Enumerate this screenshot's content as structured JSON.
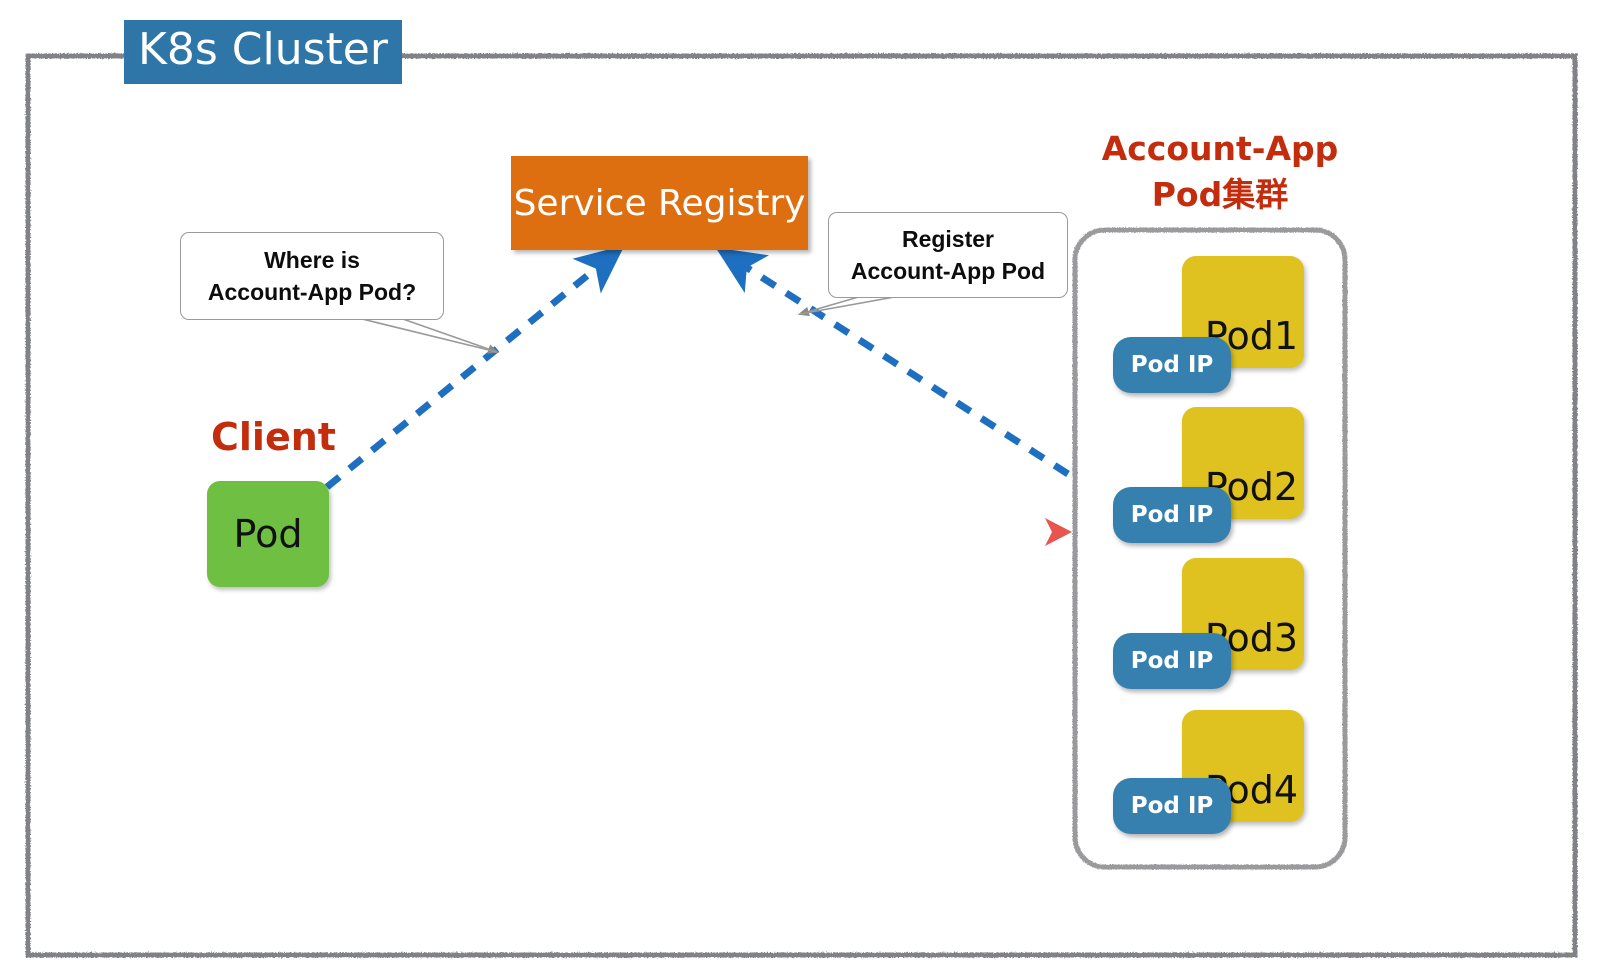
{
  "cluster": {
    "title": "K8s Cluster",
    "title_bg": "#2E75A8",
    "title_color": "#FFFFFF",
    "border_color": "#808286"
  },
  "service_registry": {
    "label": "Service Registry",
    "bg": "#DD6F10",
    "color": "#FFFFFF"
  },
  "callouts": [
    {
      "name": "where-is",
      "line1": "Where is",
      "line2": "Account-App Pod?"
    },
    {
      "name": "register",
      "line1": "Register",
      "line2": "Account-App Pod"
    }
  ],
  "client": {
    "label": "Client",
    "label_color": "#C32D0D",
    "pod_label": "Pod",
    "pod_bg": "#6FC042"
  },
  "pod_group": {
    "title_line1": "Account-App",
    "title_line2": "Pod集群",
    "title_color": "#C32D0D",
    "pod_bg": "#DFC21F",
    "ip_bg": "#3580AE",
    "pods": [
      {
        "label": "Pod1",
        "ip_label": "Pod IP"
      },
      {
        "label": "Pod2",
        "ip_label": "Pod IP"
      },
      {
        "label": "Pod3",
        "ip_label": "Pod IP"
      },
      {
        "label": "Pod4",
        "ip_label": "Pod IP"
      }
    ]
  },
  "connections": {
    "query_arrow_color": "#1F6FC0",
    "register_arrow_color": "#1F6FC0",
    "traffic_arrow_color": "#E8554E"
  }
}
